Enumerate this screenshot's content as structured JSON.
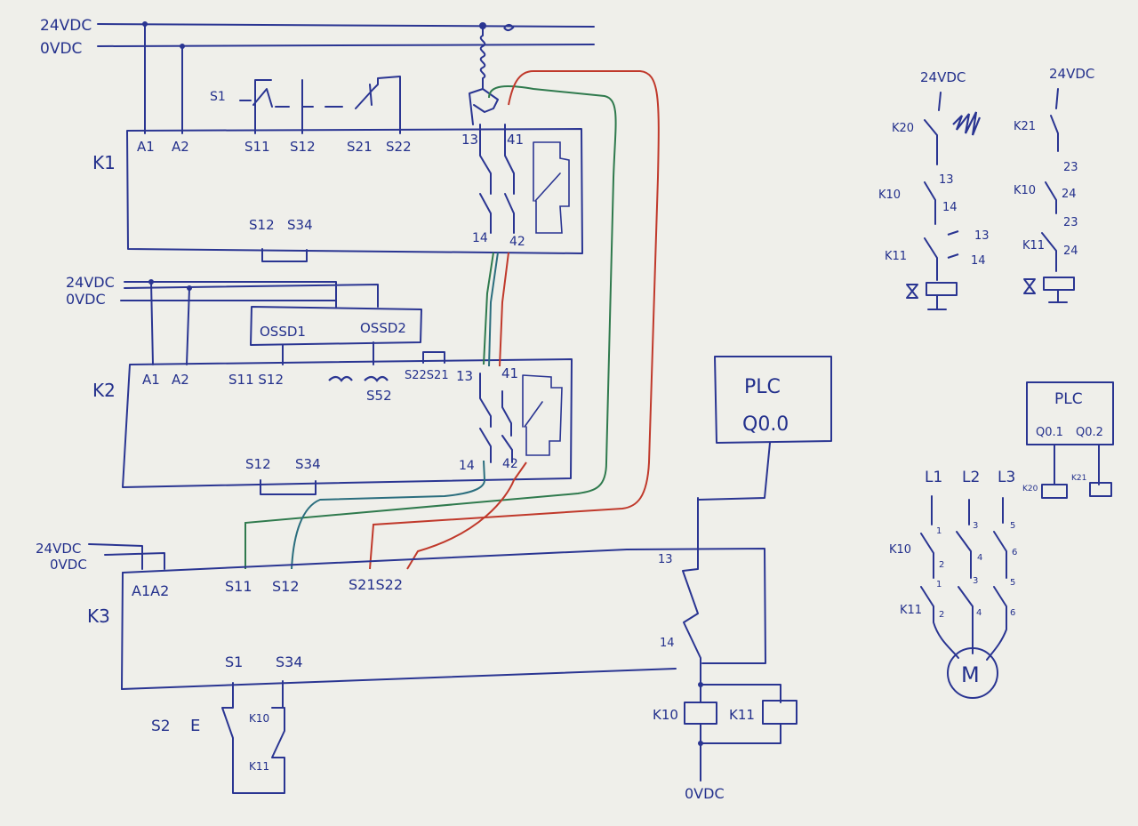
{
  "supply": {
    "v24": "24VDC",
    "v0": "0VDC"
  },
  "k1": {
    "name": "K1",
    "terminals": {
      "a1": "A1",
      "a2": "A2",
      "s11": "S11",
      "s12": "S12",
      "s21": "S21",
      "s22": "S22",
      "t13": "13",
      "t41": "41",
      "t14": "14",
      "t42": "42"
    },
    "bottom": {
      "s12": "S12",
      "s34": "S34"
    },
    "s1_label": "S1"
  },
  "k2": {
    "name": "K2",
    "supply": {
      "v24": "24VDC",
      "v0": "0VDC"
    },
    "ossd1": "OSSD1",
    "ossd2": "OSSD2",
    "terminals": {
      "a1": "A1",
      "a2": "A2",
      "s11s12": "S11 S12",
      "s22s21": "S22S21",
      "s52": "S52",
      "t13": "13",
      "t41": "41",
      "t14": "14",
      "t42": "42"
    },
    "bottom": {
      "s12": "S12",
      "s34": "S34"
    }
  },
  "k3": {
    "name": "K3",
    "supply": {
      "v24": "24VDC",
      "v0": "0VDC"
    },
    "terminals": {
      "a1a2": "A1A2",
      "s11": "S11",
      "s12": "S12",
      "s21s22": "S21S22",
      "t13": "13",
      "t14": "14"
    },
    "bottom": {
      "s1": "S1",
      "s34": "S34"
    },
    "reset": {
      "s2": "S2",
      "e": "E",
      "k10": "K10",
      "k11": "K11"
    }
  },
  "plc_main": {
    "title": "PLC",
    "output": "Q0.0"
  },
  "coils": {
    "k10": "K10",
    "k11": "K11",
    "v0": "0VDC"
  },
  "top_right": {
    "left_col": {
      "supply": "24VDC",
      "k20": "K20",
      "k10": "K10",
      "k11": "K11",
      "t13a": "13",
      "t14a": "14",
      "t13b": "13",
      "t14b": "14"
    },
    "right_col": {
      "supply": "24VDC",
      "k21": "K21",
      "k10": "K10",
      "k11": "K11",
      "t23a": "23",
      "t24a": "24",
      "t23b": "23",
      "t24b": "24"
    }
  },
  "plc_small": {
    "title": "PLC",
    "q01": "Q0.1",
    "q02": "Q0.2",
    "k20": "K20",
    "k21": "K21"
  },
  "motor": {
    "phases": [
      "L1",
      "L2",
      "L3"
    ],
    "k10": "K10",
    "k11": "K11",
    "top_nums": [
      "1",
      "3",
      "5"
    ],
    "mid_nums": [
      "2",
      "4",
      "6"
    ],
    "low_nums": [
      "1",
      "3",
      "5"
    ],
    "bot_nums": [
      "2",
      "4",
      "6"
    ],
    "symbol": "M"
  },
  "wire_colors": {
    "ink": "#2a3592",
    "green": "#2f7a4d",
    "red": "#c0392b",
    "teal": "#2b6e7e"
  }
}
